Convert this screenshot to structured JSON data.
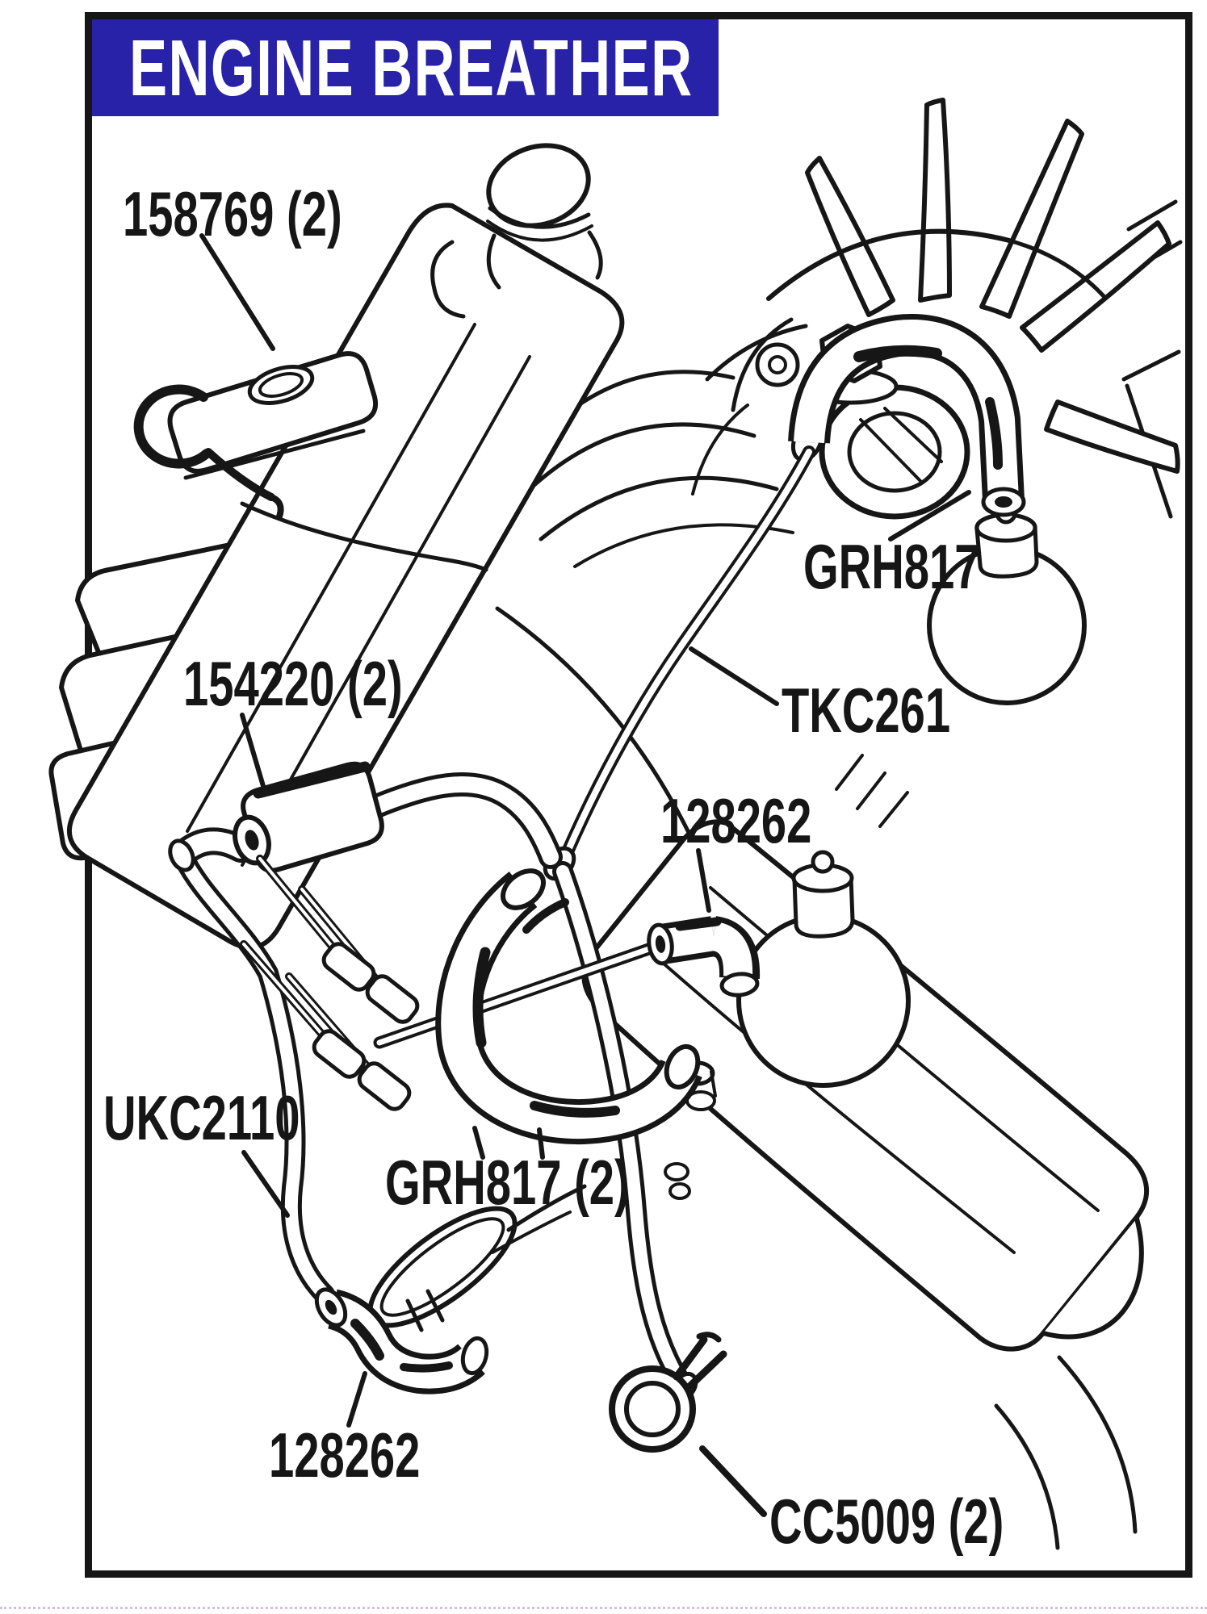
{
  "header": {
    "title": "ENGINE BREATHER"
  },
  "theme": {
    "title_bg": "#2722A7",
    "title_fg": "#FFFFFF",
    "line_color": "#161616",
    "page_bg": "#FFFFFF",
    "dotted_color": "#D9BED2"
  },
  "part_labels": [
    {
      "id": "158769-2",
      "text": "158769 (2)"
    },
    {
      "id": "grh817-upper",
      "text": "GRH817"
    },
    {
      "id": "154220-2",
      "text": "154220 (2)"
    },
    {
      "id": "tkc261",
      "text": "TKC261"
    },
    {
      "id": "128262-upper",
      "text": "128262"
    },
    {
      "id": "ukc2110",
      "text": "UKC2110"
    },
    {
      "id": "grh817-2",
      "text": "GRH817 (2)"
    },
    {
      "id": "128262-lower",
      "text": "128262"
    },
    {
      "id": "cc5009-2",
      "text": "CC5009 (2)"
    }
  ]
}
